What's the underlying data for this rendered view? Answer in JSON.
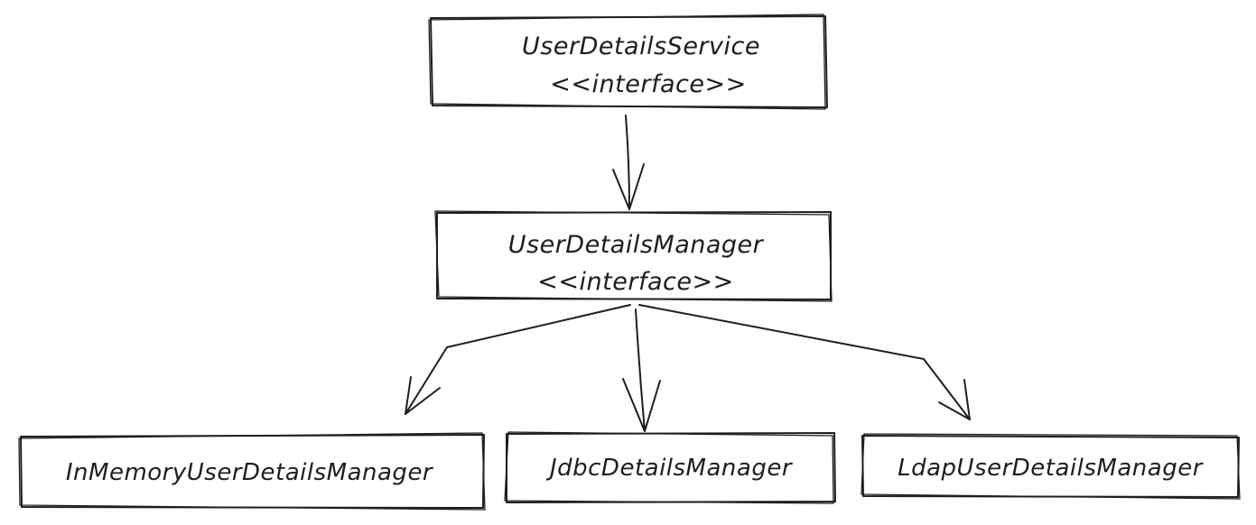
{
  "nodes": {
    "user_details_service": {
      "name": "UserDetailsService",
      "stereotype": "<<interface>>"
    },
    "user_details_manager": {
      "name": "UserDetailsManager",
      "stereotype": "<<interface>>"
    },
    "in_memory": {
      "name": "InMemoryUserDetailsManager"
    },
    "jdbc": {
      "name": "JdbcDetailsManager"
    },
    "ldap": {
      "name": "LdapUserDetailsManager"
    }
  },
  "colors": {
    "stroke": "#1e1e1e",
    "background": "#ffffff"
  }
}
